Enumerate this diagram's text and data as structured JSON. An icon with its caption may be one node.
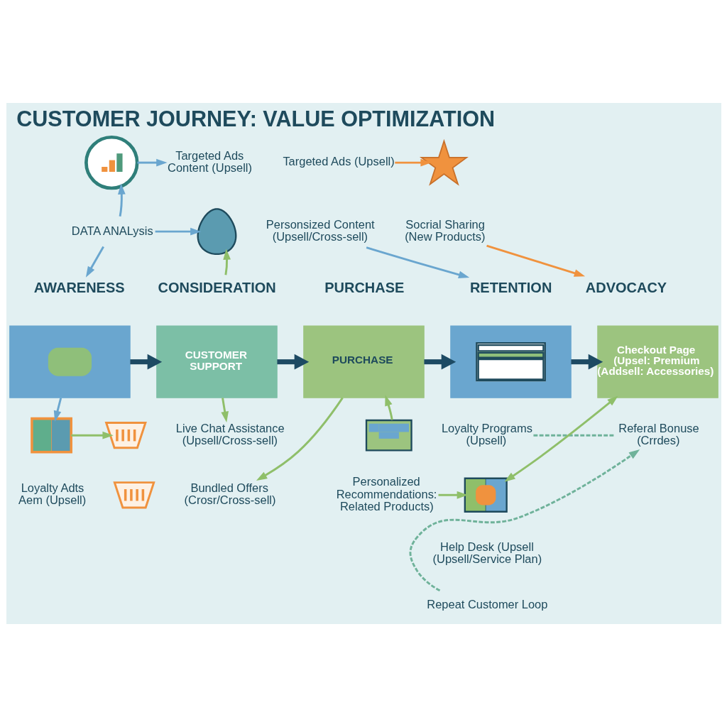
{
  "diagram": {
    "title": "CUSTOMER JOURNEY: VALUE OPTIMIZATION",
    "nodes": [
      {
        "text": [],
        "shape": "picture"
      },
      {
        "text": [
          "Targeted Ads Content (Upsell)"
        ]
      },
      {
        "text": [
          "DATA ANALysis"
        ]
      },
      {
        "text": [],
        "shape": "picture"
      },
      {
        "text": [
          "Personsized Content (Upsell/Cross-sell)"
        ]
      },
      {
        "text": [
          "Targeted Ads (Upsell)"
        ]
      },
      {
        "text": [],
        "shape": "picture"
      },
      {
        "text": [
          "Socrial Sharing (New Products)"
        ]
      },
      {
        "text": [
          "AWARENESS"
        ]
      },
      {
        "text": [
          "CONSIDERATION"
        ]
      },
      {
        "text": [
          "PURCHASE"
        ]
      },
      {
        "text": [
          "RETENTION"
        ]
      },
      {
        "text": [
          "ADVOCACY"
        ]
      },
      {
        "text": [],
        "shape": "box"
      },
      {
        "text": [
          "CUSTOMER SUPPORT"
        ]
      },
      {
        "text": [
          "PURCHASE"
        ]
      },
      {
        "text": [],
        "shape": "box"
      },
      {
        "text": [
          "Checkout Page",
          "(Upsel: Premium (Addsell: Accessories)"
        ]
      },
      {
        "text": [],
        "shape": "picture"
      },
      {
        "text": [
          "Loyalty Adts Aem (Upsell)"
        ]
      },
      {
        "text": [],
        "shape": "picture"
      },
      {
        "text": [
          "Live Chat Assistance (Upsell/Cross-sell)"
        ]
      },
      {
        "text": [],
        "shape": "picture"
      },
      {
        "text": [
          "Bundled Offers (Crosr/Cross-sell)"
        ]
      },
      {
        "text": [],
        "shape": "picture"
      },
      {
        "text": [
          "Loyalty Programs (Upsell)"
        ]
      },
      {
        "text": [
          "Personalized Recommendations: Related Products)"
        ]
      },
      {
        "text": [],
        "shape": "picture"
      },
      {
        "text": [
          "Help Desk (Upsell (Upsell/Service Plan)"
        ]
      },
      {
        "text": [
          "Referal Bonuse (Crrdes)"
        ]
      },
      {
        "text": [
          "Repeat Customer Loop"
        ]
      }
    ],
    "edges": [
      {
        "from": 2,
        "to": 0,
        "arrow": "to",
        "color": "#6aa6cf"
      },
      {
        "from": 0,
        "to": 1,
        "arrow": "to",
        "color": "#6aa6cf"
      },
      {
        "from": 2,
        "to": 3,
        "arrow": "to",
        "color": "#6aa6cf"
      },
      {
        "from": 2,
        "to": 8,
        "arrow": "to",
        "color": "#6aa6cf"
      },
      {
        "from": 9,
        "to": 3,
        "arrow": "to"
      },
      {
        "from": 4,
        "to": 11,
        "arrow": "to",
        "color": "#6aa6cf"
      },
      {
        "from": 5,
        "to": 6,
        "arrow": "to",
        "color": "#f0923e"
      },
      {
        "from": 7,
        "to": 12,
        "arrow": "to",
        "color": "#f0923e"
      },
      {
        "from": 13,
        "to": 14,
        "arrow": "to",
        "style": "thick",
        "color": "#1d4a63"
      },
      {
        "from": 14,
        "to": 15,
        "arrow": "to",
        "style": "thick",
        "color": "#1d4a63"
      },
      {
        "from": 15,
        "to": 16,
        "arrow": "to",
        "style": "thick",
        "color": "#1d4a63"
      },
      {
        "from": 16,
        "to": 17,
        "arrow": "to",
        "style": "thick",
        "color": "#1d4a63"
      },
      {
        "from": 13,
        "to": 18,
        "arrow": "to",
        "color": "#6aa6cf"
      },
      {
        "from": 18,
        "to": 20,
        "arrow": "to"
      },
      {
        "from": 14,
        "to": 21,
        "arrow": "to"
      },
      {
        "from": 15,
        "to": 23,
        "arrow": "to"
      },
      {
        "from": 24,
        "to": 15,
        "arrow": "to"
      },
      {
        "from": 26,
        "to": 27,
        "arrow": "to"
      },
      {
        "from": 27,
        "to": 17,
        "arrow": "both"
      },
      {
        "from": 25,
        "to": 29,
        "arrow": "none",
        "style": "dashed",
        "color": "#6fb29a"
      },
      {
        "from": 30,
        "to": 29,
        "arrow": "to",
        "style": "dashed",
        "color": "#6fb29a"
      }
    ]
  }
}
